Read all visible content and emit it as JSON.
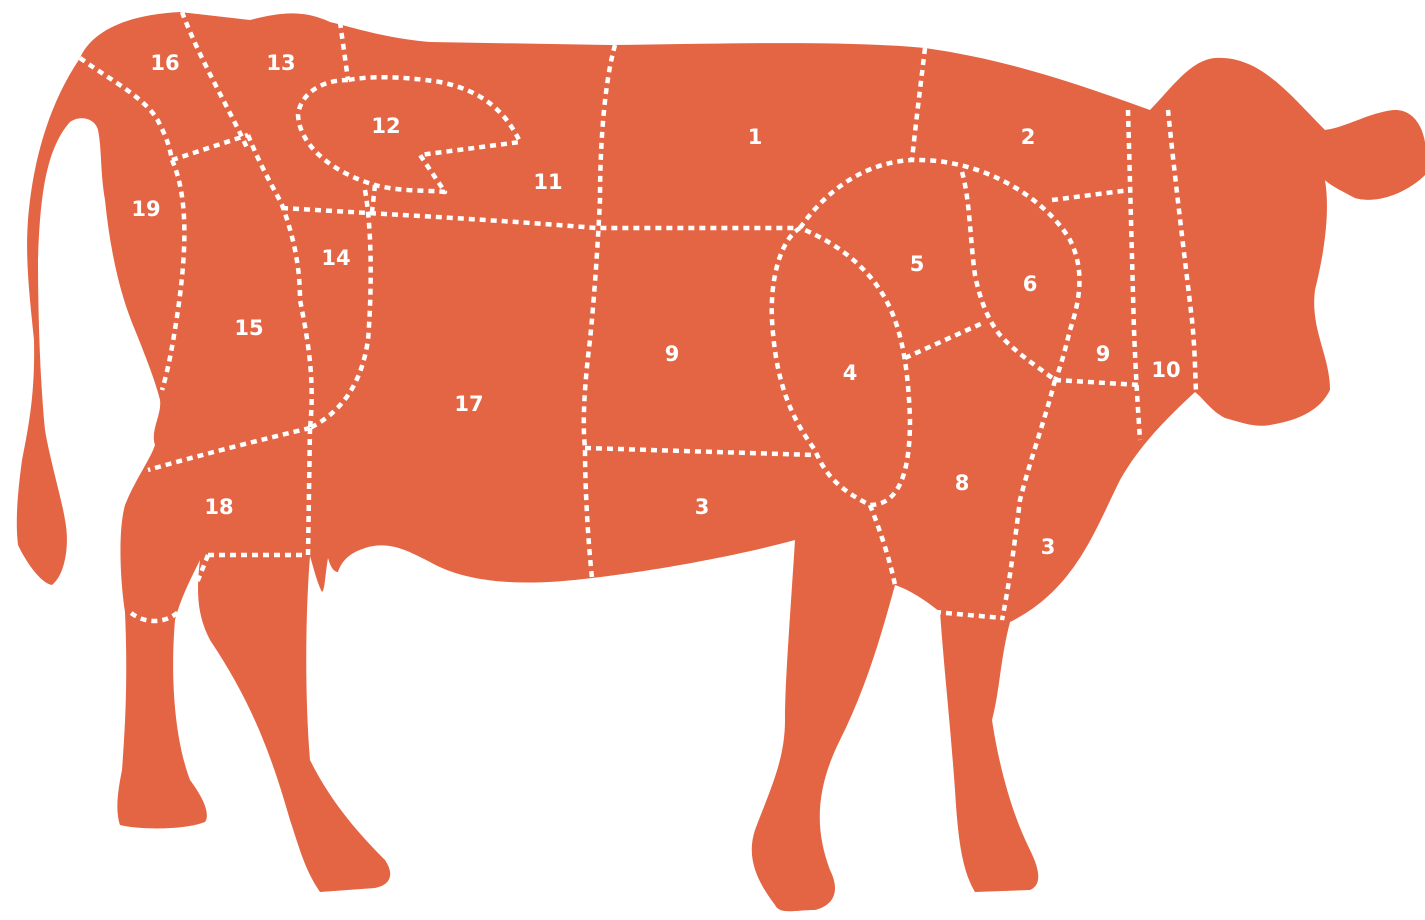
{
  "colors": {
    "body": "#e46544",
    "lines": "#ffffff",
    "background": "#ffffff"
  },
  "cuts": [
    {
      "id": "1",
      "label": "1"
    },
    {
      "id": "2",
      "label": "2"
    },
    {
      "id": "3-belly",
      "label": "3"
    },
    {
      "id": "3-chest",
      "label": "3"
    },
    {
      "id": "4",
      "label": "4"
    },
    {
      "id": "5",
      "label": "5"
    },
    {
      "id": "6",
      "label": "6"
    },
    {
      "id": "8",
      "label": "8"
    },
    {
      "id": "9-middle",
      "label": "9"
    },
    {
      "id": "9-front",
      "label": "9"
    },
    {
      "id": "10",
      "label": "10"
    },
    {
      "id": "11",
      "label": "11"
    },
    {
      "id": "12",
      "label": "12"
    },
    {
      "id": "13",
      "label": "13"
    },
    {
      "id": "14",
      "label": "14"
    },
    {
      "id": "15",
      "label": "15"
    },
    {
      "id": "16",
      "label": "16"
    },
    {
      "id": "17",
      "label": "17"
    },
    {
      "id": "18",
      "label": "18"
    },
    {
      "id": "19",
      "label": "19"
    }
  ]
}
